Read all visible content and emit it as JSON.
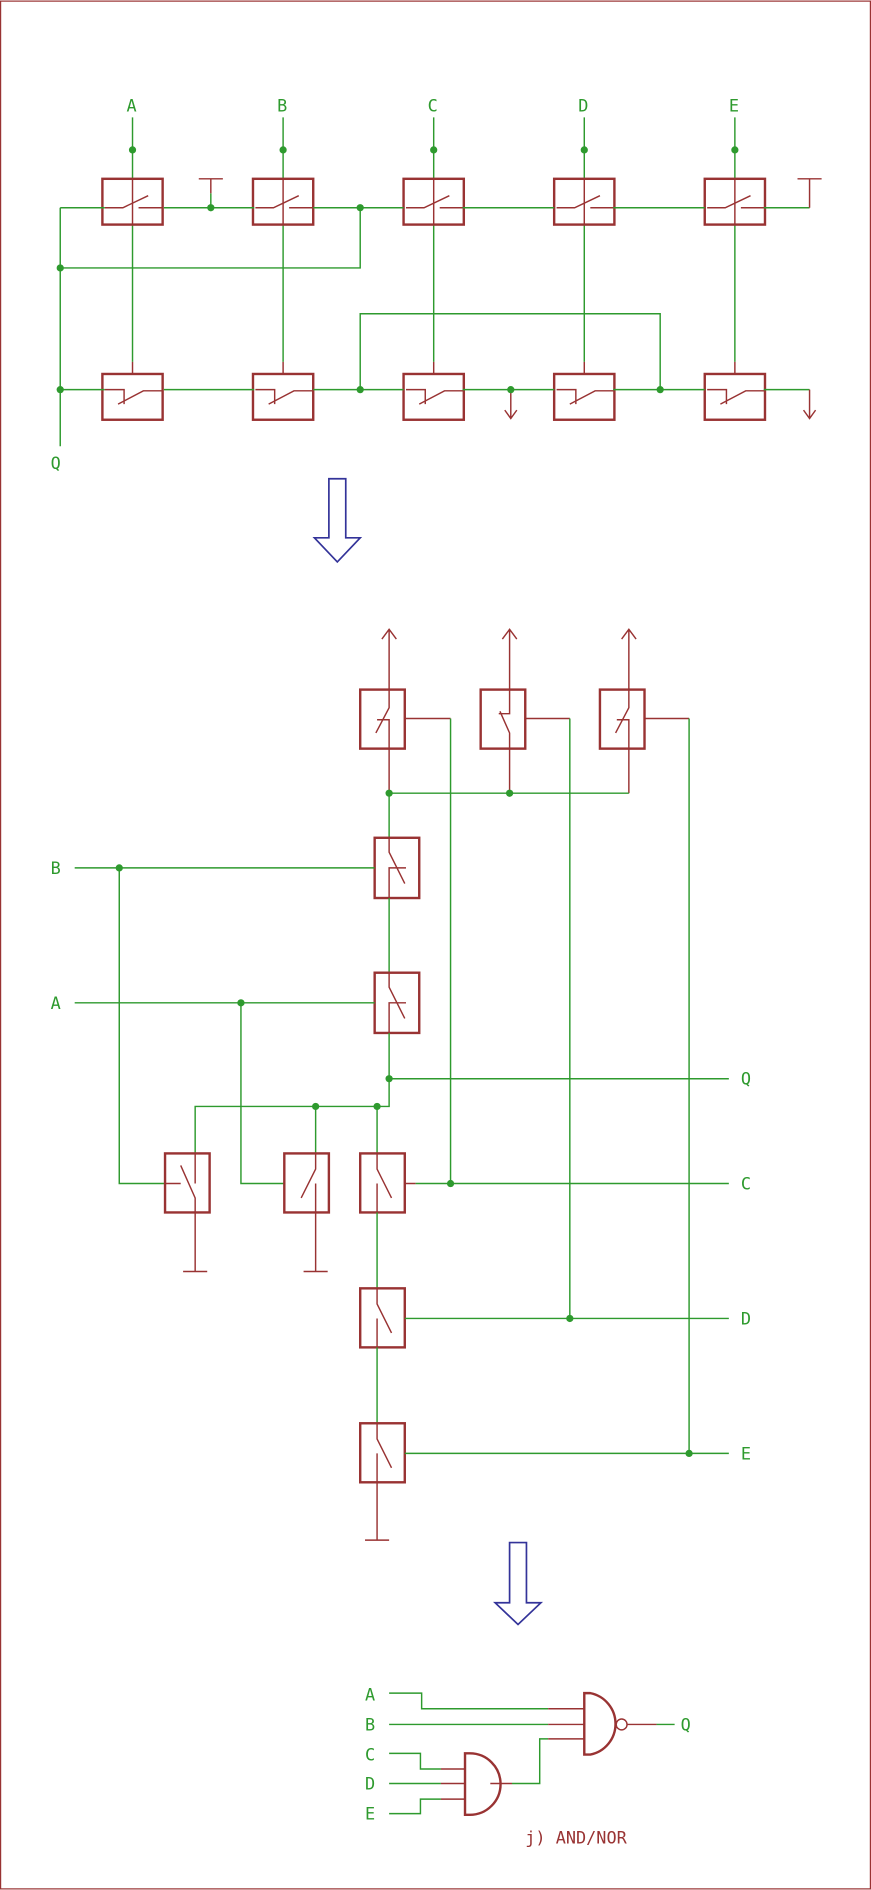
{
  "top_circuit": {
    "inputs": [
      "A",
      "B",
      "C",
      "D",
      "E"
    ],
    "output": "Q"
  },
  "middle_circuit": {
    "left_inputs": [
      "B",
      "A"
    ],
    "right_labels": [
      "Q",
      "C",
      "D",
      "E"
    ]
  },
  "gate_circuit": {
    "inputs": [
      "A",
      "B",
      "C",
      "D",
      "E"
    ],
    "output": "Q",
    "caption": "j) AND/NOR"
  },
  "colors": {
    "wire": "#2e9a2e",
    "component": "#993333",
    "arrow": "#333399",
    "border": "#993333"
  }
}
